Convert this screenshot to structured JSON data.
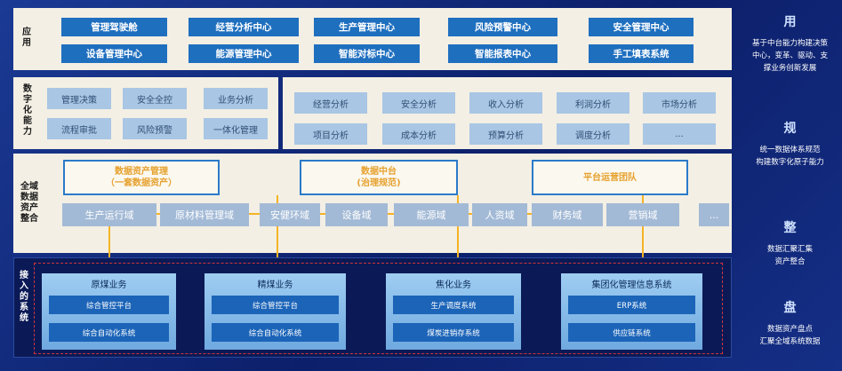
{
  "application": {
    "label": "应用",
    "buttons": [
      "管理驾驶舱",
      "经营分析中心",
      "生产管理中心",
      "风险预警中心",
      "安全管理中心",
      "设备管理中心",
      "能源管理中心",
      "智能对标中心",
      "智能报表中心",
      "手工填表系统"
    ]
  },
  "digital": {
    "label": "数字化能力",
    "left": [
      "管理决策",
      "安全全控",
      "业务分析",
      "流程审批",
      "风险预警",
      "一体化管理"
    ],
    "right": [
      "经营分析",
      "安全分析",
      "收入分析",
      "利润分析",
      "市场分析",
      "项目分析",
      "成本分析",
      "预算分析",
      "调度分析",
      "..."
    ]
  },
  "integration": {
    "label": "全域数据资产整合",
    "headers": [
      {
        "line1": "数据资产管理",
        "line2": "（一套数据资产）"
      },
      {
        "line1": "数据中台",
        "line2": "(治理规范)"
      },
      {
        "line1": "平台运营团队",
        "line2": ""
      }
    ],
    "domains": [
      "生产运行域",
      "原材料管理域",
      "安健环域",
      "设备域",
      "能源域",
      "人资域",
      "财务域",
      "营销域",
      "..."
    ]
  },
  "access": {
    "label": "接入的系统",
    "systems": [
      {
        "title": "原煤业务",
        "items": [
          "综合管控平台",
          "综合自动化系统"
        ]
      },
      {
        "title": "精煤业务",
        "items": [
          "综合管控平台",
          "综合自动化系统"
        ]
      },
      {
        "title": "焦化业务",
        "items": [
          "生产调度系统",
          "煤炭进销存系统"
        ]
      },
      {
        "title": "集团化管理信息系统",
        "items": [
          "ERP系统",
          "供应链系统"
        ]
      }
    ]
  },
  "right": [
    {
      "big": "用",
      "text": [
        "基于中台能力构建决策",
        "中心，变革、驱动、支",
        "撑业务创新发展"
      ]
    },
    {
      "big": "规",
      "text": [
        "统一数据体系规范",
        "构建数字化原子能力"
      ]
    },
    {
      "big": "整",
      "text": [
        "数据汇聚汇集",
        "资产整合"
      ]
    },
    {
      "big": "盘",
      "text": [
        "数据资产盘点",
        "汇聚全域系统数据"
      ]
    }
  ]
}
